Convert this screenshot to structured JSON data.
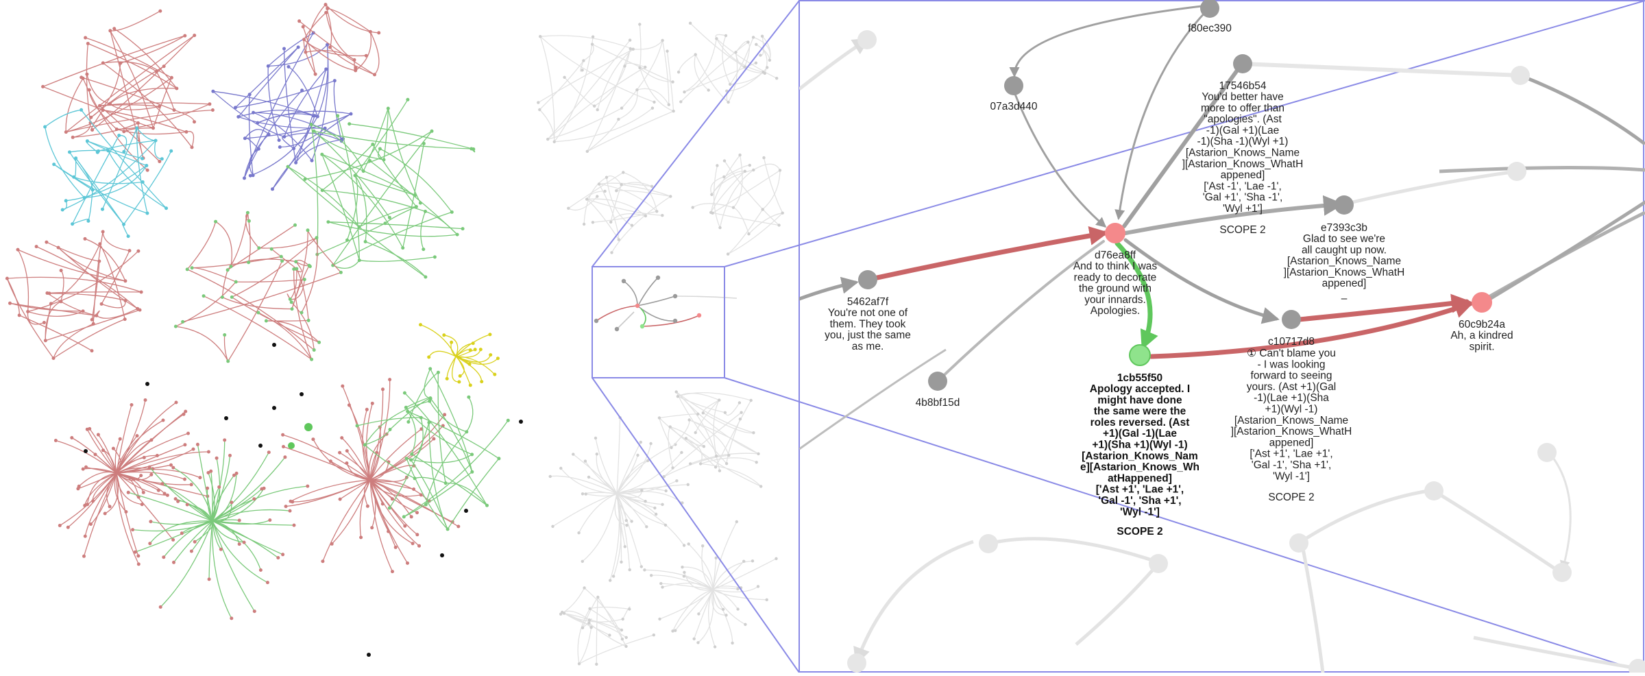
{
  "colors": {
    "red_node": "#f4898b",
    "green_node": "#8fe38c",
    "grey_node": "#9a9a9a",
    "red_edge": "#c96567",
    "green_edge": "#5fc75c",
    "grey_edge": "#a8a8a8",
    "zoom_frame": "#8a8ae6",
    "overview_red": "#cd7d7d",
    "overview_green": "#7ac97a",
    "overview_blue": "#7878cc",
    "overview_cyan": "#5cc6d6",
    "overview_yellow": "#d9d11c"
  },
  "nodes": {
    "f80ec390": {
      "id": "f80ec390",
      "lines": []
    },
    "07a3d440": {
      "id": "07a3d440",
      "lines": []
    },
    "17546b54": {
      "id": "17546b54",
      "lines": [
        "You'd better have",
        "more to offer than",
        "\"apologies\". (Ast",
        "-1)(Gal +1)(Lae",
        "-1)(Sha -1)(Wyl +1)",
        "[Astarion_Knows_Name",
        "][Astarion_Knows_WhatH",
        "appened]",
        "['Ast -1', 'Lae -1',",
        "'Gal +1', 'Sha -1',",
        "'Wyl +1']"
      ],
      "scope": "SCOPE 2"
    },
    "e7393c3b": {
      "id": "e7393c3b",
      "lines": [
        "Glad to see we're",
        "all caught up now.",
        "[Astarion_Knows_Name",
        "][Astarion_Knows_WhatH",
        "appened]"
      ],
      "extra": "–"
    },
    "d76ea8ff": {
      "id": "d76ea8ff",
      "lines": [
        "And to think I was",
        "ready to decorate",
        "the ground with",
        "your innards.",
        "Apologies."
      ]
    },
    "5462af7f": {
      "id": "5462af7f",
      "lines": [
        "You're not one of",
        "them. They took",
        "you, just the same",
        "as me."
      ]
    },
    "c10717d8": {
      "id": "c10717d8",
      "lines": [
        "① Can't blame you",
        "- I was looking",
        "forward to seeing",
        "yours. (Ast +1)(Gal",
        "-1)(Lae +1)(Sha",
        "+1)(Wyl -1)",
        "[Astarion_Knows_Name",
        "][Astarion_Knows_WhatH",
        "appened]",
        "['Ast +1', 'Lae +1',",
        "'Gal -1', 'Sha +1',",
        "'Wyl -1']"
      ],
      "scope": "SCOPE 2"
    },
    "60c9b24a": {
      "id": "60c9b24a",
      "lines": [
        "Ah, a kindred",
        "spirit."
      ]
    },
    "4b8bf15d": {
      "id": "4b8bf15d",
      "lines": []
    },
    "1cb55f50": {
      "id": "1cb55f50",
      "lines": [
        "Apology accepted. I",
        "might have done",
        "the same were the",
        "roles reversed. (Ast",
        "+1)(Gal -1)(Lae",
        "+1)(Sha +1)(Wyl -1)",
        "[Astarion_Knows_Nam",
        "e][Astarion_Knows_Wh",
        "atHappened]",
        "['Ast +1', 'Lae +1',",
        "'Gal -1', 'Sha +1',",
        "'Wyl -1']"
      ],
      "scope": "SCOPE 2"
    }
  }
}
